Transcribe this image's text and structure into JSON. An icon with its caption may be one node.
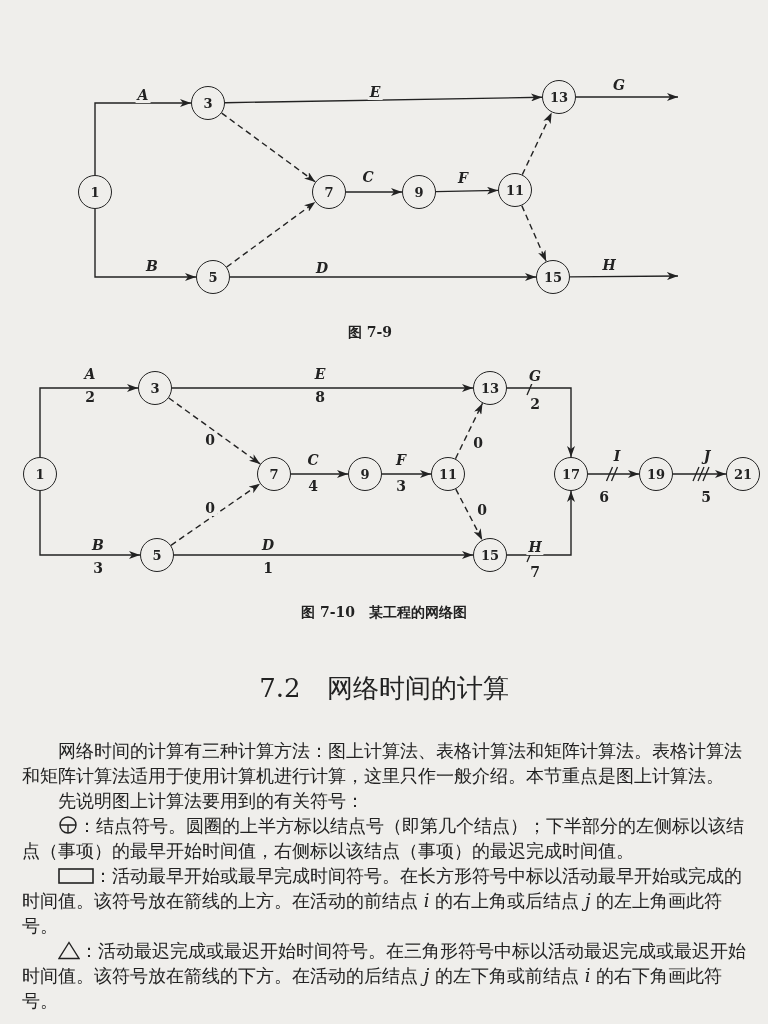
{
  "diagram": {
    "nodes": [
      {
        "text": [
          "1"
        ]
      },
      {
        "text": [
          "3"
        ]
      },
      {
        "text": [
          "5"
        ]
      },
      {
        "text": [
          "7"
        ]
      },
      {
        "text": [
          "9"
        ]
      },
      {
        "text": [
          "11"
        ]
      },
      {
        "text": [
          "13"
        ]
      },
      {
        "text": [
          "15"
        ]
      },
      {
        "text": [
          "1"
        ]
      },
      {
        "text": [
          "3"
        ]
      },
      {
        "text": [
          "5"
        ]
      },
      {
        "text": [
          "7"
        ]
      },
      {
        "text": [
          "9"
        ]
      },
      {
        "text": [
          "11"
        ]
      },
      {
        "text": [
          "13"
        ]
      },
      {
        "text": [
          "15"
        ]
      },
      {
        "text": [
          "17"
        ]
      },
      {
        "text": [
          "19"
        ]
      },
      {
        "text": [
          "21"
        ]
      }
    ],
    "edges": [
      {
        "from": 0,
        "to": 1,
        "arrow": "to",
        "label": "*A*"
      },
      {
        "from": 0,
        "to": 2,
        "arrow": "to",
        "label": "*B*"
      },
      {
        "from": 1,
        "to": 6,
        "arrow": "to",
        "label": "*E*"
      },
      {
        "from": 2,
        "to": 7,
        "arrow": "to",
        "label": "*D*"
      },
      {
        "from": 1,
        "to": 3,
        "arrow": "to",
        "style": "dashed"
      },
      {
        "from": 2,
        "to": 3,
        "arrow": "to",
        "style": "dashed"
      },
      {
        "from": 3,
        "to": 4,
        "arrow": "to",
        "label": "*C*"
      },
      {
        "from": 4,
        "to": 5,
        "arrow": "to",
        "label": "*F*"
      },
      {
        "from": 5,
        "to": 6,
        "arrow": "to",
        "style": "dashed"
      },
      {
        "from": 5,
        "to": 7,
        "arrow": "to",
        "style": "dashed"
      },
      {
        "from": 6,
        "to": null,
        "arrow": "to",
        "label": "*G*"
      },
      {
        "from": 7,
        "to": null,
        "arrow": "to",
        "label": "*H*"
      },
      {
        "from": 8,
        "to": 9,
        "arrow": "to",
        "label": "*A*"
      },
      {
        "from": 8,
        "to": 10,
        "arrow": "to",
        "label": "*B*"
      },
      {
        "from": 9,
        "to": 14,
        "arrow": "to",
        "label": "*E*"
      },
      {
        "from": 10,
        "to": 15,
        "arrow": "to",
        "label": "*D*"
      },
      {
        "from": 9,
        "to": 11,
        "arrow": "to",
        "style": "dashed",
        "label": "0"
      },
      {
        "from": 10,
        "to": 11,
        "arrow": "to",
        "style": "dashed",
        "label": "0"
      },
      {
        "from": 11,
        "to": 12,
        "arrow": "to",
        "label": "*C*"
      },
      {
        "from": 12,
        "to": 13,
        "arrow": "to",
        "label": "*F*"
      },
      {
        "from": 13,
        "to": 14,
        "arrow": "to",
        "style": "dashed",
        "label": "0"
      },
      {
        "from": 13,
        "to": 15,
        "arrow": "to",
        "style": "dashed",
        "label": "0"
      },
      {
        "from": 14,
        "to": 16,
        "arrow": "to",
        "label": "*G*"
      },
      {
        "from": 15,
        "to": 16,
        "arrow": "to",
        "label": "*H*"
      },
      {
        "from": 16,
        "to": 17,
        "arrow": "to",
        "label": "*I*"
      },
      {
        "from": 17,
        "to": 18,
        "arrow": "to",
        "label": "*J*"
      }
    ],
    "labels": [
      "图 7-9",
      "2",
      "8",
      "2",
      "4",
      "3",
      "6",
      "5",
      "3",
      "1",
      "7",
      "图 7-10　某工程的网络图",
      "7.2　网络时间的计算",
      "网络时间的计算有三种计算方法：图上计算法、表格计算法和矩阵计算法。表格计算法和矩阵计算法适用于使用计算机进行计算，这里只作一般介绍。本节重点是图上计算法。",
      "先说明图上计算法要用到的有关符号：",
      "：结点符号。圆圈的上半方标以结点号（即第几个结点）；下半部分的左侧标以该结点（事项）的最早开始时间值，右侧标以该结点（事项）的最迟完成时间值。",
      "：活动最早开始或最早完成时间符号。在长方形符号中标以活动最早开始或完成的时间值。该符号放在箭线的上方。在活动的前结点 *i* 的右上角或后结点 *j* 的左上角画此符号。",
      "：活动最迟完成或最迟开始时间符号。在三角形符号中标以活动最迟完成或最迟开始时间值。该符号放在箭线的下方。在活动的后结点 *j* 的左下角或前结点 *i* 的右下角画此符号。"
    ]
  }
}
